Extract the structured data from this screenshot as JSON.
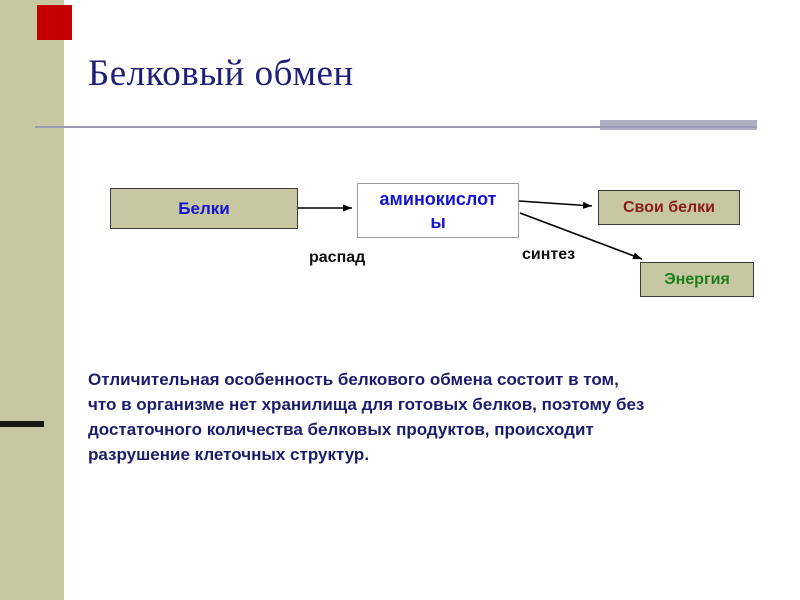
{
  "slide": {
    "title": "Белковый обмен",
    "body_lines": [
      "Отличительная особенность белкового обмена состоит в том,",
      "что в организме нет хранилища для готовых белков, поэтому без",
      "достаточного количества белковых продуктов, происходит",
      "разрушение клеточных структур."
    ]
  },
  "diagram": {
    "proteins_label": "Белки",
    "amino_label": "аминокислоты",
    "amino_lines": [
      "аминокислот",
      "ы"
    ],
    "own_proteins_label": "Свои белки",
    "energy_label": "Энергия",
    "breakdown_label": "распад",
    "synthesis_label": "синтез"
  },
  "colors": {
    "sidebar_khaki": "#C7C7A1",
    "accent_red": "#C40000",
    "title_navy": "#1F1F78",
    "body_navy": "#1C1C6E",
    "proteins_blue": "#1515D0",
    "own_proteins_dark_red": "#8B1A1A",
    "energy_green": "#1E7D1E",
    "box_border": "#3C3C3C",
    "divider_gray": "#9A9AB5",
    "arrow_black": "#000000"
  }
}
